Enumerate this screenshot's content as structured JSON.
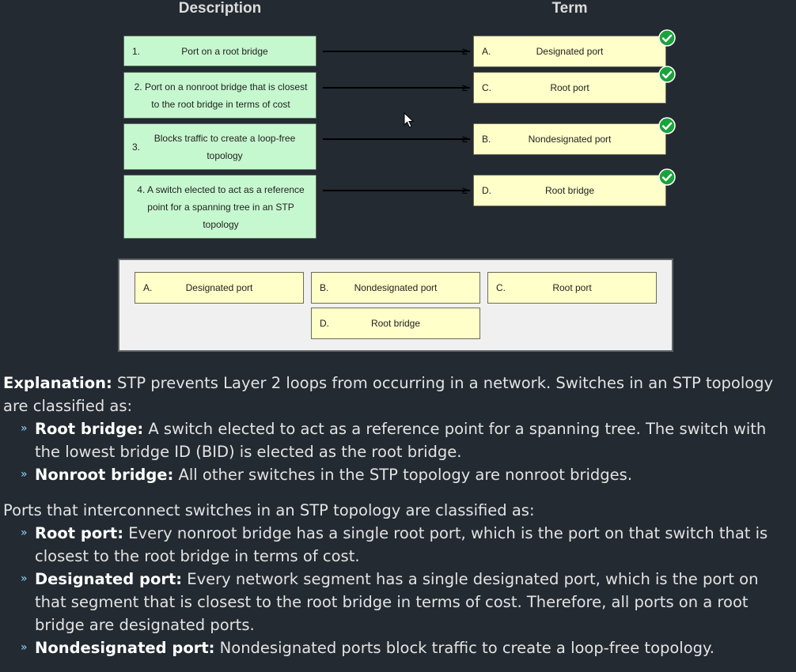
{
  "headers": {
    "description": "Description",
    "term": "Term"
  },
  "descriptions": [
    {
      "num": "1.",
      "text": "Port on a root bridge"
    },
    {
      "num": "2.",
      "text": "Port on a nonroot bridge that is closest to the root bridge in terms of cost"
    },
    {
      "num": "3.",
      "text": "Blocks traffic to create a loop-free topology"
    },
    {
      "num": "4.",
      "text": "A switch elected to act as a reference point for a spanning tree in an STP topology"
    }
  ],
  "matched_terms": [
    {
      "letter": "A.",
      "label": "Designated port"
    },
    {
      "letter": "C.",
      "label": "Root port"
    },
    {
      "letter": "B.",
      "label": "Nondesignated port"
    },
    {
      "letter": "D.",
      "label": "Root bridge"
    }
  ],
  "term_bank": [
    {
      "letter": "A.",
      "label": "Designated port"
    },
    {
      "letter": "B.",
      "label": "Nondesignated port"
    },
    {
      "letter": "C.",
      "label": "Root port"
    },
    {
      "letter": "D.",
      "label": "Root bridge"
    }
  ],
  "explanation": {
    "heading": "Explanation:",
    "intro": "STP prevents Layer 2 loops from occurring in a network. Switches in an STP topology are classified as:",
    "switch_types": [
      {
        "term": "Root bridge:",
        "text": "A switch elected to act as a reference point for a spanning tree. The switch with the lowest bridge ID (BID) is elected as the root bridge."
      },
      {
        "term": "Nonroot bridge:",
        "text": "All other switches in the STP topology are nonroot bridges."
      }
    ],
    "ports_intro": "Ports that interconnect switches in an STP topology are classified as:",
    "port_types": [
      {
        "term": "Root port:",
        "text": "Every nonroot bridge has a single root port, which is the port on that switch that is closest to the root bridge in terms of cost."
      },
      {
        "term": "Designated port:",
        "text": "Every network segment has a single designated port, which is the port on that segment that is closest to the root bridge in terms of cost. Therefore, all ports on a root bridge are designated ports."
      },
      {
        "term": "Nondesignated port:",
        "text": "Nondesignated ports block traffic to create a loop-free topology."
      }
    ]
  },
  "colors": {
    "correct_check": "#1aa33a",
    "description_bg": "#c6f8cf",
    "term_bg": "#ffffc9",
    "page_bg": "#232a31"
  },
  "icons": {
    "correct": "check-circle-icon",
    "bullet": "double-chevron-right-icon",
    "cursor": "mouse-pointer-icon"
  }
}
